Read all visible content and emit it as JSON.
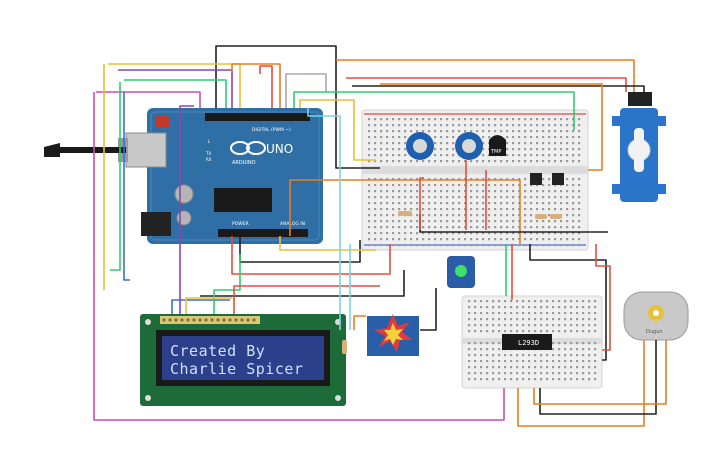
{
  "lcd": {
    "line1": "Created By",
    "line2": "Charlie Spicer"
  },
  "arduino": {
    "brand": "UNO",
    "logo_text": "ARDUINO",
    "digital_label": "DIGITAL (PWM ~)",
    "power_label": "POWER",
    "analog_label": "ANALOG IN",
    "tx_label": "TX",
    "rx_label": "RX",
    "l_label": "L"
  },
  "sensor": {
    "label": "TMP"
  },
  "driver": {
    "label": "L293D"
  },
  "motor": {
    "label": "Dugun"
  },
  "colors": {
    "board": "#2f6fa5",
    "lcd_body": "#1e6b3a",
    "lcd_screen": "#2c3f8a",
    "breadboard": "#ececec",
    "pot": "#1f5fb0",
    "servo": "#2a74c9",
    "rf_module": "#2b5ea8"
  }
}
